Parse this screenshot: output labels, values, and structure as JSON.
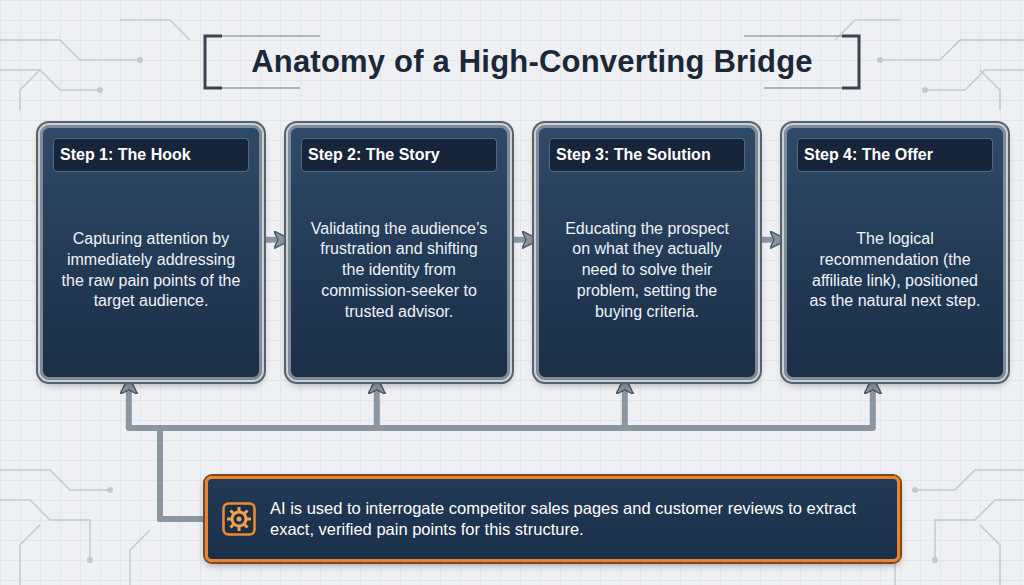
{
  "diagram": {
    "title": "Anatomy of a High-Converting Bridge",
    "nodes": [
      {
        "text": [
          "Step 1: The Hook",
          "Capturing attention by immediately addressing the raw pain points of the target audience."
        ]
      },
      {
        "text": [
          "Step 2: The Story",
          "Validating the audience’s frustration and shifting the identity from commission-seeker to trusted advisor."
        ]
      },
      {
        "text": [
          "Step 3: The Solution",
          "Educating the prospect on what they actually need to solve their problem, setting the buying criteria."
        ]
      },
      {
        "text": [
          "Step 4: The Offer",
          "The logical recommendation (the affiliate link), positioned as the natural next step."
        ]
      },
      {
        "text": [
          "AI is used to interrogate competitor sales pages and customer reviews to extract exact, verified pain points for this structure."
        ]
      }
    ],
    "edges": [
      {
        "from": 0,
        "to": 1,
        "arrow": "to"
      },
      {
        "from": 1,
        "to": 2,
        "arrow": "to"
      },
      {
        "from": 2,
        "to": 3,
        "arrow": "to"
      },
      {
        "from": 4,
        "to": 0,
        "arrow": "to"
      },
      {
        "from": 4,
        "to": 1,
        "arrow": "to"
      },
      {
        "from": 4,
        "to": 2,
        "arrow": "to"
      },
      {
        "from": 4,
        "to": 3,
        "arrow": "to"
      }
    ]
  }
}
